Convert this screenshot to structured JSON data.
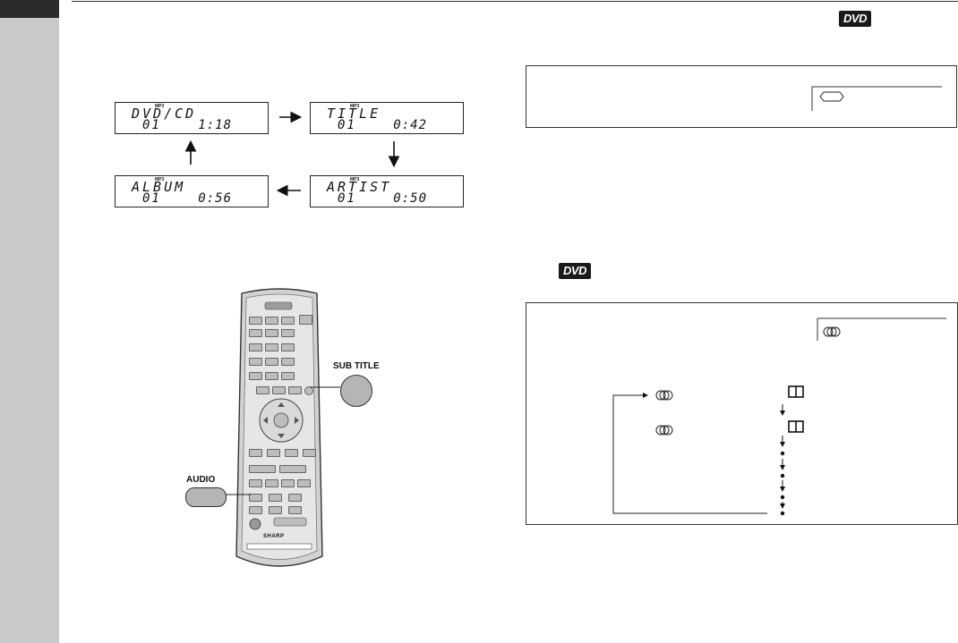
{
  "header": {
    "dvd_badge": "DVD"
  },
  "display_cycle": {
    "screens": [
      {
        "id": "dvdcd",
        "tag": "MP3",
        "line1": "DVD/CD",
        "line2": "01",
        "time": "1:18"
      },
      {
        "id": "title",
        "tag": "MP3",
        "line1": "TITLE",
        "line2": "01",
        "time": "0:42"
      },
      {
        "id": "artist",
        "tag": "MP3",
        "line1": "ARTIST",
        "line2": "01",
        "time": "0:50"
      },
      {
        "id": "album",
        "tag": "MP3",
        "line1": "ALBUM",
        "line2": "01",
        "time": "0:56"
      }
    ]
  },
  "audio_section": {
    "dvd_badge": "DVD"
  },
  "remote": {
    "brand": "SHARP",
    "subtitle_label": "SUB TITLE",
    "audio_label": "AUDIO"
  },
  "colors": {
    "badge_bg": "#1a1a1a",
    "sidebar": "#c9c9c9",
    "button_grey": "#b5b5b5"
  },
  "icons": [
    "subtitle-icon",
    "audio-icon",
    "dolby-icon"
  ]
}
